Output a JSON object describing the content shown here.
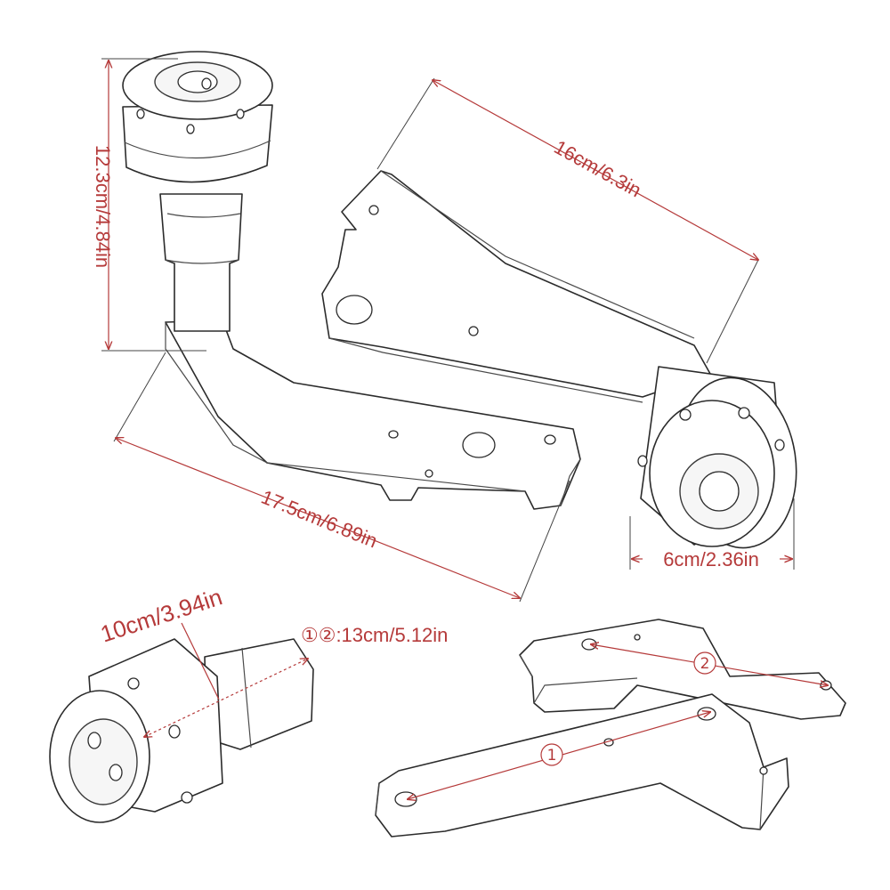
{
  "dimensions": {
    "height_label": "12.3cm/4.84in",
    "bracket_length_label": "16cm/6.3in",
    "arm_length_label": "17.5cm/6.89in",
    "slider_diameter_label": "6cm/2.36in",
    "slider_length_label": "10cm/3.94in",
    "hole_spacing_label": "①②:13cm/5.12in"
  },
  "markers": {
    "one": "1",
    "two": "2"
  },
  "colors": {
    "dimension": "#b53a3a",
    "outline": "#2b2b2b"
  }
}
